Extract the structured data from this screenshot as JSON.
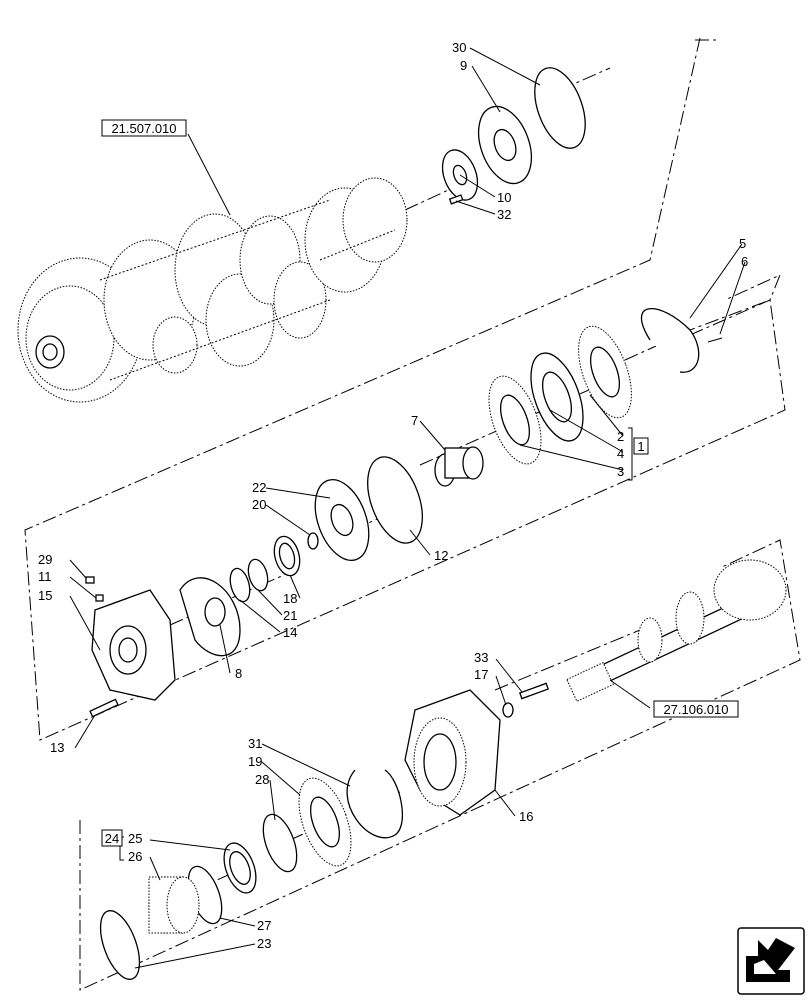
{
  "references": {
    "transmission_ref": "21.507.010",
    "shaft_ref": "27.106.010"
  },
  "callouts": {
    "c30": "30",
    "c9": "9",
    "c10": "10",
    "c32": "32",
    "c5": "5",
    "c6": "6",
    "c2": "2",
    "c4": "4",
    "c3": "3",
    "c1": "1",
    "c7": "7",
    "c22": "22",
    "c20": "20",
    "c12": "12",
    "c18": "18",
    "c21": "21",
    "c14": "14",
    "c8": "8",
    "c29": "29",
    "c11": "11",
    "c15": "15",
    "c13": "13",
    "c33": "33",
    "c17": "17",
    "c16": "16",
    "c31": "31",
    "c19": "19",
    "c28": "28",
    "c24": "24",
    "c25": "25",
    "c26": "26",
    "c27": "27",
    "c23": "23"
  },
  "nav": {
    "icon": "next-page-arrow-icon"
  }
}
